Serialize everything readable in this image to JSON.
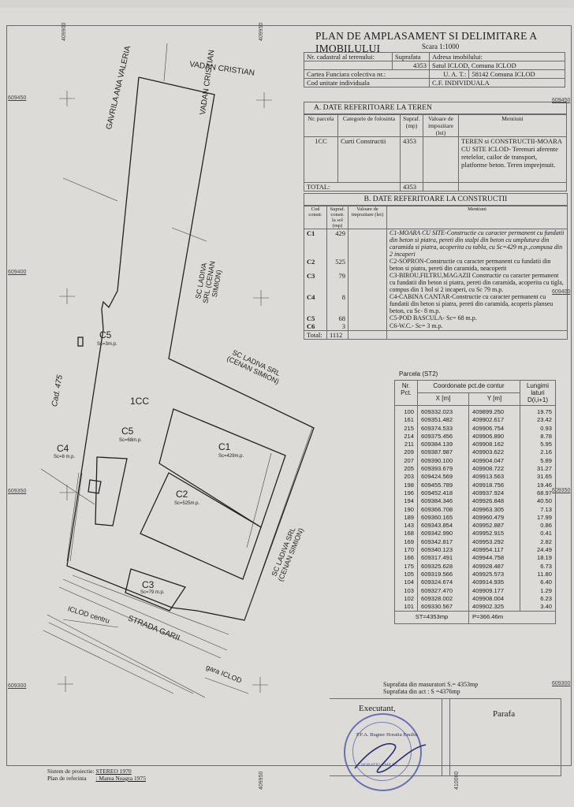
{
  "document": {
    "title": "PLAN DE AMPLASAMENT SI DELIMITARE A IMOBILULUI",
    "scale": "Scara 1:1000"
  },
  "info_table": {
    "nr_cadastral_label": "Nr. cadastral al terenului:",
    "nr_cadastral_value": "",
    "suprafata_label": "Suprafata",
    "suprafata_value": "4353",
    "adresa_label": "Adresa imobilului:",
    "adresa_value": "Satul ICLOD, Comuna ICLOD",
    "carte_funciara_label": "Cartea Funciara colectiva nr.:",
    "uat_label": "U. A. T.:",
    "uat_value": "58142 Comuna ICLOD",
    "cod_unitate_label": "Cod unitate individuala",
    "cf_value": "C.F. INDIVIDUALA"
  },
  "section_a": {
    "heading": "A. DATE REFERITOARE LA TEREN",
    "columns": [
      "Nr. parcela",
      "Categorie de folosinta",
      "Supraf. (mp)",
      "Valoare de impozitare (lei)",
      "Mentiuni"
    ],
    "rows": [
      {
        "parcela": "1CC",
        "categorie": "Curti Constructii",
        "suprafata": "4353",
        "valoare": "",
        "mentiuni": "TEREN si CONSTRUCTII-MOARA CU SITE ICLOD- Terenuri aferente retelelor, cailor de transport, platforme beton. Teren imprejmuit."
      }
    ],
    "total_label": "TOTAL:",
    "total_value": "4353"
  },
  "section_b": {
    "heading": "B. DATE REFERITOARE LA CONSTRUCTII",
    "columns": [
      "Cod constr.",
      "Supraf. constr. la sol (mp)",
      "Valoare de impozitare (lei)",
      "Mentiuni"
    ],
    "rows": [
      {
        "cod": "C1",
        "suprafata": "429",
        "mentiuni": "C1-MOARA CU SITE-Constructie cu caracter permanent cu fundatii din beton si piatra, pereti din stalpi din beton cu umplutura din caramida si piatra, acoperita cu tabla, cu Sc=429 m.p.,compusa din 2 incaperi"
      },
      {
        "cod": "C2",
        "suprafata": "525",
        "mentiuni": "C2-SOPRON-Constructie cu caracter permanent cu fundatii din beton si piatra, pereti din caramida, neacoperit"
      },
      {
        "cod": "C3",
        "suprafata": "79",
        "mentiuni": "C3-BIROU,FILTRU,MAGAZII Constructie cu caracter permanent cu fundatii din beton si piatra, pereti din caramida, acoperita cu tigla, compus din 1 hol si 2 incaperi, cu Sc 79 m.p."
      },
      {
        "cod": "C4",
        "suprafata": "8",
        "mentiuni": "C4-CABINA CANTAR-Constructie cu caracter permanent cu fundatii din beton si piatra, pereti din caramida, acoperis planseu beton, cu Sc- 8 m.p."
      },
      {
        "cod": "C5",
        "suprafata": "68",
        "mentiuni": "C5-POD BASCULA- Sc= 68 m.p."
      },
      {
        "cod": "C6",
        "suprafata": "3",
        "mentiuni": "C6-W.C.- Sc= 3 m.p."
      }
    ],
    "total_label": "Total:",
    "total_value": "1112"
  },
  "parcel_table": {
    "caption": "Parcela (ST2)",
    "col_nr": "Nr. Pct.",
    "col_coord": "Coordonate pct.de contur",
    "col_x": "X [m]",
    "col_y": "Y [m]",
    "col_len": "Lungimi laturi D(i,i+1)",
    "rows": [
      [
        "100",
        "609332.023",
        "409899.250",
        "19.75"
      ],
      [
        "161",
        "609351.482",
        "409902.617",
        "23.42"
      ],
      [
        "215",
        "609374.533",
        "409906.754",
        "0.93"
      ],
      [
        "214",
        "609375.456",
        "409906.890",
        "8.78"
      ],
      [
        "211",
        "609384.139",
        "409908.162",
        "5.95"
      ],
      [
        "209",
        "609387.987",
        "409903.622",
        "2.16"
      ],
      [
        "207",
        "609390.100",
        "409904.047",
        "5.89"
      ],
      [
        "205",
        "609393.679",
        "409908.722",
        "31.27"
      ],
      [
        "203",
        "609424.569",
        "409913.563",
        "31.65"
      ],
      [
        "198",
        "609455.789",
        "409918.756",
        "19.46"
      ],
      [
        "196",
        "609452.418",
        "409937.924",
        "68.97"
      ],
      [
        "194",
        "609384.346",
        "409926.848",
        "40.50"
      ],
      [
        "190",
        "609366.708",
        "409963.305",
        "7.13"
      ],
      [
        "189",
        "609360.165",
        "409960.479",
        "17.99"
      ],
      [
        "143",
        "609343.854",
        "409952.887",
        "0.86"
      ],
      [
        "168",
        "609342.990",
        "409952.915",
        "0.41"
      ],
      [
        "169",
        "609342.817",
        "409953.292",
        "2.82"
      ],
      [
        "170",
        "609340.123",
        "409954.117",
        "24.49"
      ],
      [
        "166",
        "609317.491",
        "409944.758",
        "18.19"
      ],
      [
        "175",
        "609325.628",
        "409928.487",
        "6.73"
      ],
      [
        "105",
        "609319.566",
        "409925.573",
        "11.80"
      ],
      [
        "104",
        "609324.674",
        "409914.935",
        "6.40"
      ],
      [
        "103",
        "609327.470",
        "409909.177",
        "1.29"
      ],
      [
        "102",
        "609328.002",
        "409908.004",
        "6.23"
      ],
      [
        "101",
        "609330.567",
        "409902.325",
        "3.40"
      ]
    ],
    "footer_area": "ST=4353mp",
    "footer_perimeter": "P=366.46m"
  },
  "surfaces": {
    "measured": "Suprafata din masuratori  S.= 4353mp",
    "act": "Suprafata din act  : S =4376mp"
  },
  "signature": {
    "executant_label": "Executant,",
    "stamp_name": "P.F.A. Bugner Horatiu Emiliu",
    "stamp_text": "HORATIU-EMILIU",
    "parafa_label": "Parafa"
  },
  "projection": {
    "system_label": "Sistem de proiectie:",
    "system_value": "STEREO 1970",
    "reference_label": "Plan de referinta",
    "reference_value": ": Marea Neagra 1975"
  },
  "grid": {
    "x_labels": [
      "609450",
      "609400",
      "609350",
      "609300"
    ],
    "y_labels": [
      "409900",
      "409950",
      "410000"
    ]
  },
  "map_labels": {
    "neighbor_north_1": "VADAN CRISTIAN",
    "neighbor_north_2": "VADAN CRISTIAN",
    "neighbor_west": "GAVRILA ANA VALERIA",
    "neighbor_east_1": "SC LADIVA SRL (CENAN SIMION)",
    "neighbor_east_2": "SC LADIVA SRL (CENAN SIMION)",
    "neighbor_east_3": "SC LADIVA SRL (CENAN SIMION)",
    "cad": "Cad. 475",
    "parcel": "1CC",
    "street": "STRADA GARII",
    "dir_left": "ICLOD centru",
    "dir_right": "gara ICLOD",
    "buildings": [
      {
        "code": "C1",
        "area": "Sc=429m.p."
      },
      {
        "code": "C2",
        "area": "Sc=525m.p."
      },
      {
        "code": "C3",
        "area": "Sc=79 m.p."
      },
      {
        "code": "C4",
        "area": "Sc=8 m.p."
      },
      {
        "code": "C5",
        "area": "Sc=68m.p."
      },
      {
        "code": "C5",
        "area": "Sc=3m.p."
      }
    ]
  }
}
